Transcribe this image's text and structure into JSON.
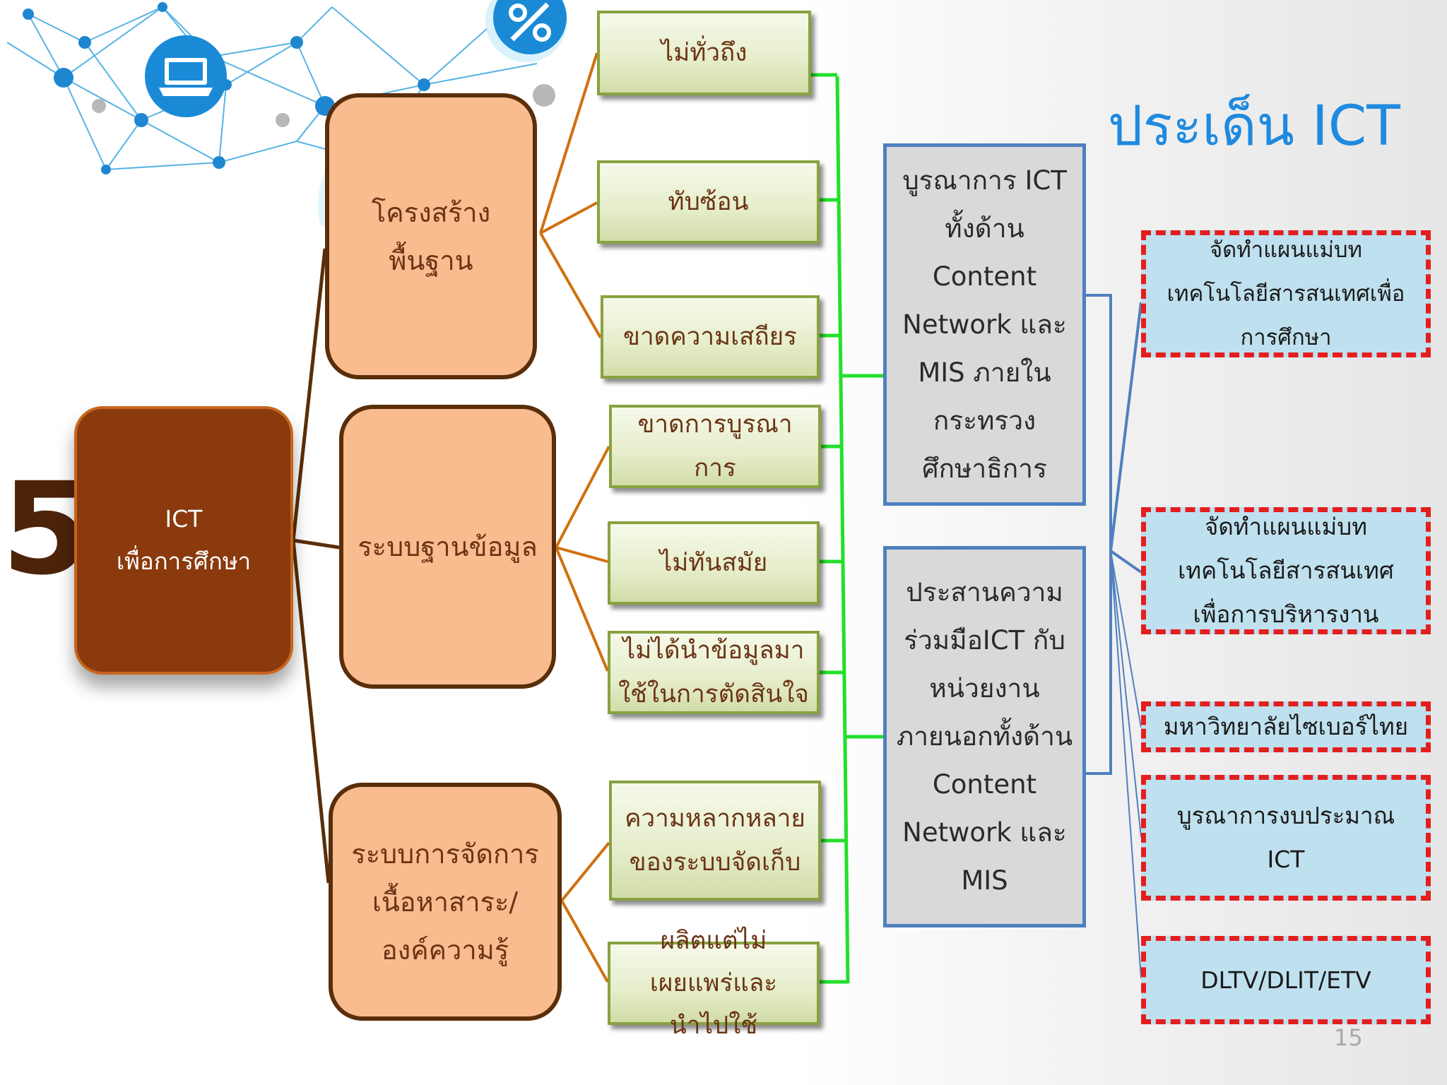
{
  "slide_number_big": "5",
  "title": "ประเด็น ICT",
  "page_number": "15",
  "root": {
    "line1": "ICT",
    "line2": "เพื่อการศึกษา"
  },
  "categories": [
    {
      "lines": [
        "โครงสร้าง",
        "พื้นฐาน"
      ]
    },
    {
      "lines": [
        "ระบบฐานข้อมูล"
      ]
    },
    {
      "lines": [
        "ระบบการจัดการ",
        "เนื้อหาสาระ/",
        "องค์ความรู้"
      ]
    }
  ],
  "issues": [
    {
      "lines": [
        "ไม่ทั่วถึง"
      ]
    },
    {
      "lines": [
        "ทับซ้อน"
      ]
    },
    {
      "lines": [
        "ขาดความเสถียร"
      ]
    },
    {
      "lines": [
        "ขาดการบูรณา",
        "การ"
      ]
    },
    {
      "lines": [
        "ไม่ทันสมัย"
      ]
    },
    {
      "lines": [
        "ไม่ได้นำข้อมูลมา",
        "ใช้ในการตัดสินใจ"
      ]
    },
    {
      "lines": [
        "ความหลากหลาย",
        "ของระบบจัดเก็บ"
      ]
    },
    {
      "lines": [
        "ผลิตแต่ไม่",
        "เผยแพร่และ",
        "นำไปใช้"
      ]
    }
  ],
  "solutions": [
    {
      "lines": [
        "บูรณาการ ICT",
        "ทั้งด้าน",
        "Content",
        "Network และ",
        "MIS ภายใน",
        "กระทรวง",
        "ศึกษาธิการ"
      ]
    },
    {
      "lines": [
        "ประสานความ",
        "ร่วมมือICT กับ",
        "หน่วยงาน",
        "ภายนอกทั้งด้าน",
        "Content",
        "Network และ",
        "MIS"
      ]
    }
  ],
  "actions": [
    {
      "lines": [
        "จัดทำแผนแม่บท",
        "เทคโนโลยีสารสนเทศเพื่อ",
        "การศึกษา"
      ]
    },
    {
      "lines": [
        "จัดทำแผนแม่บท",
        "เทคโนโลยีสารสนเทศ",
        "เพื่อการบริหารงาน"
      ]
    },
    {
      "lines": [
        "มหาวิทยาลัยไซเบอร์ไทย"
      ]
    },
    {
      "lines": [
        "บูรณาการงบประมาณ",
        "ICT"
      ]
    },
    {
      "lines": [
        "DLTV/DLIT/ETV"
      ]
    }
  ],
  "colors": {
    "root_fill": "#8a3a0c",
    "category_fill": "#f8bc8e",
    "root_connector": "#5a2e0a",
    "issue_connector": "#d0700f",
    "issue_to_solution_connector": "#22e02a",
    "solution_to_action_connector": "#4f7fbf",
    "action_border": "#e41e1e",
    "title_color": "#1f8adf"
  },
  "icons": [
    "network-globe-icon",
    "laptop-icon",
    "percent-icon"
  ]
}
